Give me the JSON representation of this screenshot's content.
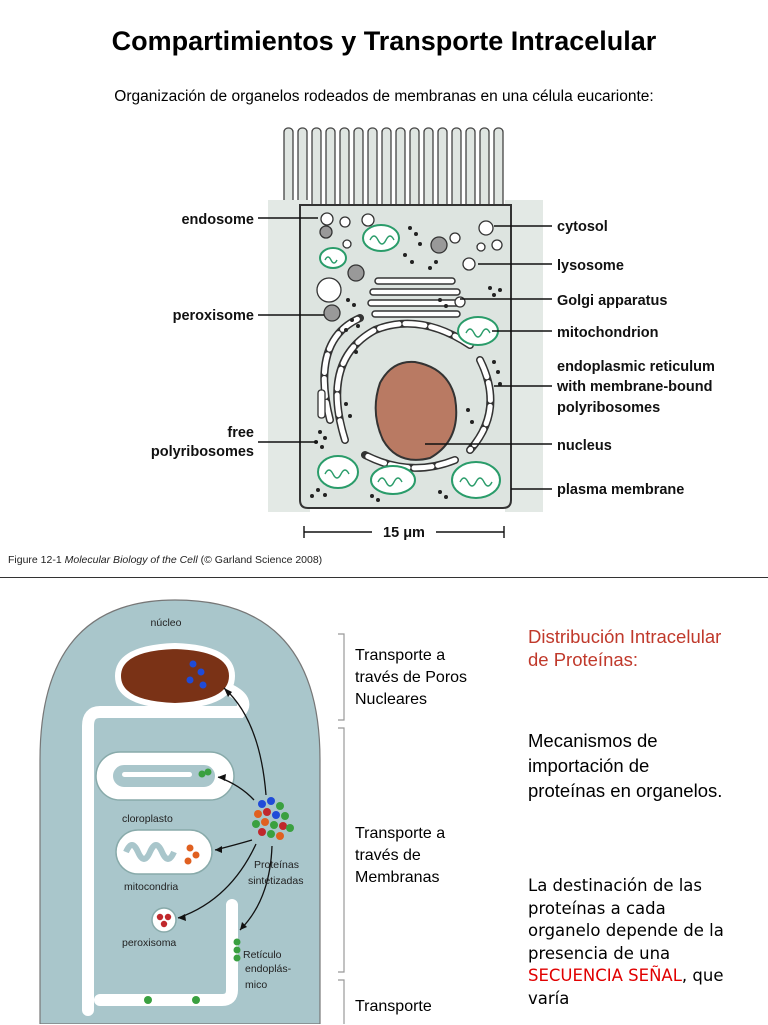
{
  "header": {
    "title": "Compartimientos y Transporte Intracelular",
    "subtitle": "Organización de organelos rodeados de membranas en una célula eucarionte:"
  },
  "figure1": {
    "labels": {
      "endosome": "endosome",
      "peroxisome": "peroxisome",
      "free_line1": "free",
      "free_line2": "polyribosomes",
      "cytosol": "cytosol",
      "lysosome": "lysosome",
      "golgi": "Golgi apparatus",
      "mitochondrion": "mitochondrion",
      "er_line1": "endoplasmic reticulum",
      "er_line2": "with membrane-bound",
      "er_line3": "polyribosomes",
      "nucleus": "nucleus",
      "plasma": "plasma membrane"
    },
    "scale": "15 μm",
    "caption_prefix": "Figure 12-1",
    "caption_italic": "Molecular Biology of the Cell",
    "caption_suffix": "(© Garland Science 2008)"
  },
  "figure2": {
    "labels": {
      "nucleo": "núcleo",
      "cloroplasto": "cloroplasto",
      "mitocondria": "mitocondria",
      "proteinas_1": "Proteínas",
      "proteinas_2": "sintetizadas",
      "peroxisoma": "peroxisoma",
      "reticulo_1": "Retículo",
      "reticulo_2": "endoplás-",
      "reticulo_3": "mico"
    },
    "transport": {
      "poros": [
        "Transporte a",
        "través de Poros",
        "Nucleares"
      ],
      "membranas": [
        "Transporte a",
        "través de",
        "Membranas"
      ],
      "vesicular": [
        "Transporte"
      ]
    },
    "heading": "Distribución Intracelular de Proteínas:",
    "mechanisms": "Mecanismos de importación de proteínas en organelos.",
    "destination_start": "La destinación de las proteínas a cada organelo depende de la presencia de una",
    "destination_highlight": "SECUENCIA SEÑAL",
    "destination_end": ", que varía"
  },
  "colors": {
    "cell_fill": "#dde4e0",
    "nucleus": "#b97a63",
    "mito_green": "#2a9c6a",
    "panel_fill": "#a9c6cb",
    "nucleo_brown": "#7a3216",
    "accent_red": "#c0392b"
  }
}
